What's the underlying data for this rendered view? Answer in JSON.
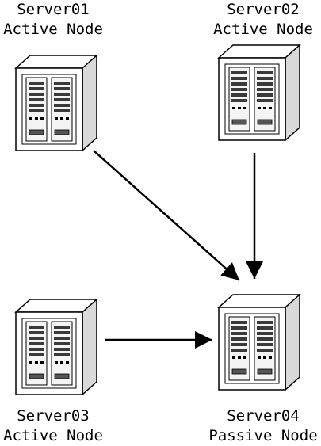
{
  "nodes": [
    {
      "id": "server01",
      "name": "Server01",
      "role": "Active Node"
    },
    {
      "id": "server02",
      "name": "Server02",
      "role": "Active Node"
    },
    {
      "id": "server03",
      "name": "Server03",
      "role": "Active Node"
    },
    {
      "id": "server04",
      "name": "Server04",
      "role": "Passive Node"
    }
  ],
  "edges": [
    {
      "from": "server01",
      "to": "server04"
    },
    {
      "from": "server02",
      "to": "server04"
    },
    {
      "from": "server03",
      "to": "server04"
    }
  ],
  "colors": {
    "line": "#000000",
    "fill": "#ffffff",
    "shade": "#d9d9d9"
  }
}
